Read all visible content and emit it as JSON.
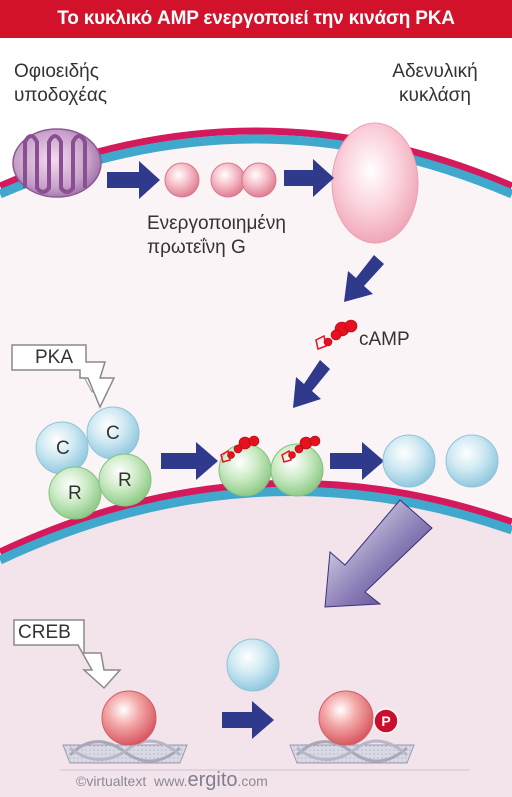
{
  "title": "Το κυκλικό AMP ενεργοποιεί την κινάση PKA",
  "labels": {
    "receptor": [
      "Οφιοειδής",
      "υποδοχέας"
    ],
    "cyclase": [
      "Αδενυλική",
      "κυκλάση"
    ],
    "g_protein": [
      "Ενεργοποιημένη",
      "πρωτεΐνη G"
    ],
    "camp": "cAMP",
    "pka": "PKA",
    "creb": "CREB",
    "subunit_c": "C",
    "subunit_r": "R",
    "phosphate": "P"
  },
  "footer": {
    "copyright": "©virtualtext",
    "site_prefix": "www.",
    "site_brand": "ergito",
    "site_suffix": ".com"
  },
  "colors": {
    "title_bg": "#d2112b",
    "membrane_outer": "#d41a5c",
    "membrane_inner": "#3fa8cc",
    "arrow": "#2f3a8c",
    "cytoplasm": "#fbf4f6",
    "nucleus": "#f3e3ea",
    "camp": "#e8101e"
  }
}
